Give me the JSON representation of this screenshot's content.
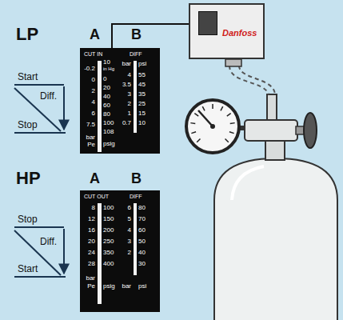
{
  "diagram": {
    "nodes": [
      {
        "text": [
          "CUT IN",
          "DIFF"
        ]
      },
      {
        "text": [
          "CUT OUT",
          "DIFF"
        ]
      },
      {
        "text": [
          "Danfoss"
        ]
      }
    ],
    "edges": [
      {
        "from": 0,
        "to": 2,
        "arrow": "none"
      }
    ],
    "labels": [
      "LP",
      "A",
      "B",
      "Start",
      "Diff.",
      "Stop",
      "-0.2",
      "0",
      "2",
      "4",
      "6",
      "7.5",
      "bar",
      "Pe",
      "10",
      "in Hg",
      "0",
      "20",
      "40",
      "60",
      "80",
      "100",
      "108",
      "psig",
      "bar",
      "4",
      "3.5",
      "3",
      "2",
      "1",
      "0.7",
      "psi",
      "55",
      "45",
      "35",
      "25",
      "15",
      "10",
      "HP",
      "A",
      "B",
      "Stop",
      "Diff.",
      "Start",
      "8",
      "12",
      "16",
      "20",
      "24",
      "28",
      "bar",
      "Pe",
      "100",
      "150",
      "200",
      "250",
      "350",
      "400",
      "psig",
      "6",
      "5",
      "4",
      "3",
      "2",
      "bar",
      "80",
      "70",
      "60",
      "50",
      "40",
      "30",
      "psi"
    ]
  }
}
